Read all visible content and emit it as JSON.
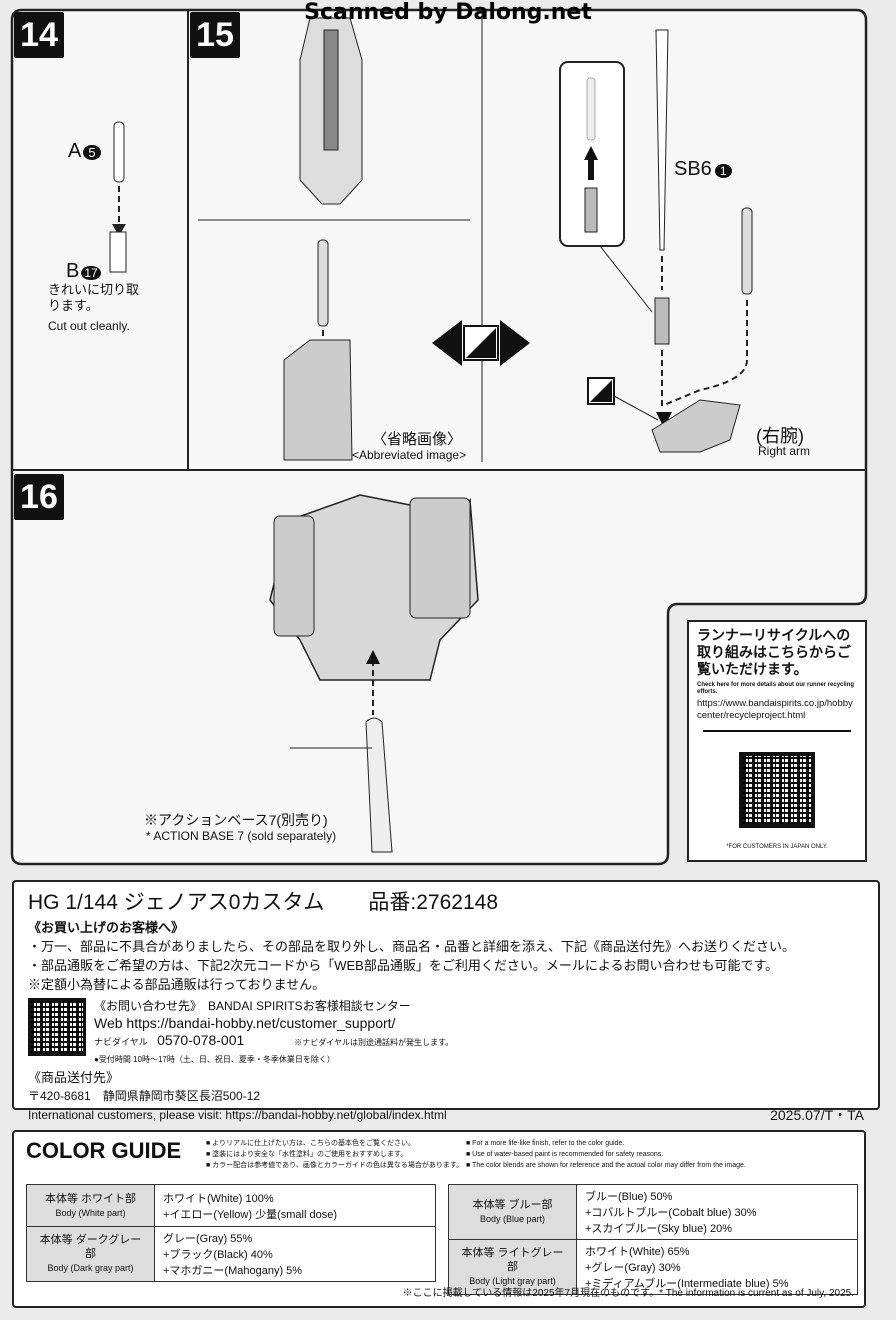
{
  "watermark": "Scanned by Dalong.net",
  "step14": {
    "number": "14",
    "part_a": "A",
    "part_a_num": "5",
    "part_b": "B",
    "part_b_num": "17",
    "note_jp": "きれいに切り取ります。",
    "note_en": "Cut out cleanly."
  },
  "step15": {
    "number": "15",
    "part": "SB6",
    "part_num": "1",
    "abbrev_jp": "〈省略画像〉",
    "abbrev_en": "<Abbreviated image>",
    "arm_jp": "(右腕)",
    "arm_en": "Right arm"
  },
  "step16": {
    "number": "16",
    "base_jp": "※アクションベース7(別売り)",
    "base_en": "* ACTION BASE 7 (sold separately)"
  },
  "recycle": {
    "title": "ランナーリサイクルへの取り組みはこちらからご覧いただけます。",
    "subtitle": "Check here for more details about our runner recycling efforts.",
    "url": "https://www.bandaispirits.co.jp/hobbycenter/recycleproject.html",
    "note": "*FOR CUSTOMERS IN JAPAN ONLY."
  },
  "info": {
    "title": "HG 1/144 ジェノアス0カスタム",
    "product_no": "品番:2762148",
    "heading": "《お買い上げのお客様へ》",
    "lines": [
      "・万一、部品に不具合がありましたら、その部品を取り外し、商品名・品番と詳細を添え、下記《商品送付先》へお送りください。",
      "・部品通販をご希望の方は、下記2次元コードから「WEB部品通販」をご利用ください。メールによるお問い合わせも可能です。",
      "※定額小為替による部品通販は行っておりません。"
    ],
    "contact": "《お問い合わせ先》　BANDAI SPIRITSお客様相談センター",
    "web": "Web https://bandai-hobby.net/customer_support/",
    "navi_label": "ナビダイヤル",
    "phone": "0570-078-001",
    "phone_note": "※ナビダイヤルは別途通話料が発生します。",
    "hours": "●受付時間 10時～17時（土、日、祝日、夏季・冬季休業日を除く）",
    "ship_heading": "《商品送付先》",
    "address": "〒420-8681　静岡県静岡市葵区長沼500-12",
    "intl": "International customers, please visit: https://bandai-hobby.net/global/index.html",
    "code": "2025.07/T・TA"
  },
  "color_guide": {
    "title": "COLOR GUIDE",
    "notes_jp": [
      "■ よりリアルに仕上げたい方は、こちらの基本色をご覧ください。",
      "■ 塗装にはより安全な「水性塗料」のご使用をおすすめします。",
      "■ カラー配合は参考値であり、画像とカラーガイドの色は異なる場合があります。"
    ],
    "notes_en": [
      "■ For a more life-like finish, refer to the color guide.",
      "■ Use of water-based paint is recommended for safety reasons.",
      "■ The color blends are shown for reference and the actual color may differ from the image."
    ],
    "rows": [
      {
        "jp": "本体等 ホワイト部",
        "en": "Body (White part)",
        "mix": [
          "ホワイト(White) 100%",
          "+イエロー(Yellow) 少量(small dose)"
        ]
      },
      {
        "jp": "本体等 ブルー部",
        "en": "Body (Blue part)",
        "mix": [
          "ブルー(Blue) 50%",
          "+コバルトブルー(Cobalt blue) 30%",
          "+スカイブルー(Sky blue) 20%"
        ]
      },
      {
        "jp": "本体等 ダークグレー部",
        "en": "Body (Dark gray part)",
        "mix": [
          "グレー(Gray) 55%",
          "+ブラック(Black) 40%",
          "+マホガニー(Mahogany) 5%"
        ]
      },
      {
        "jp": "本体等 ライトグレー部",
        "en": "Body (Light gray part)",
        "mix": [
          "ホワイト(White) 65%",
          "+グレー(Gray) 30%",
          "+ミディアムブルー(Intermediate blue) 5%"
        ]
      }
    ],
    "footnote": "※ここに掲載している情報は2025年7月現在のものです。* The information is current as of July, 2025."
  }
}
